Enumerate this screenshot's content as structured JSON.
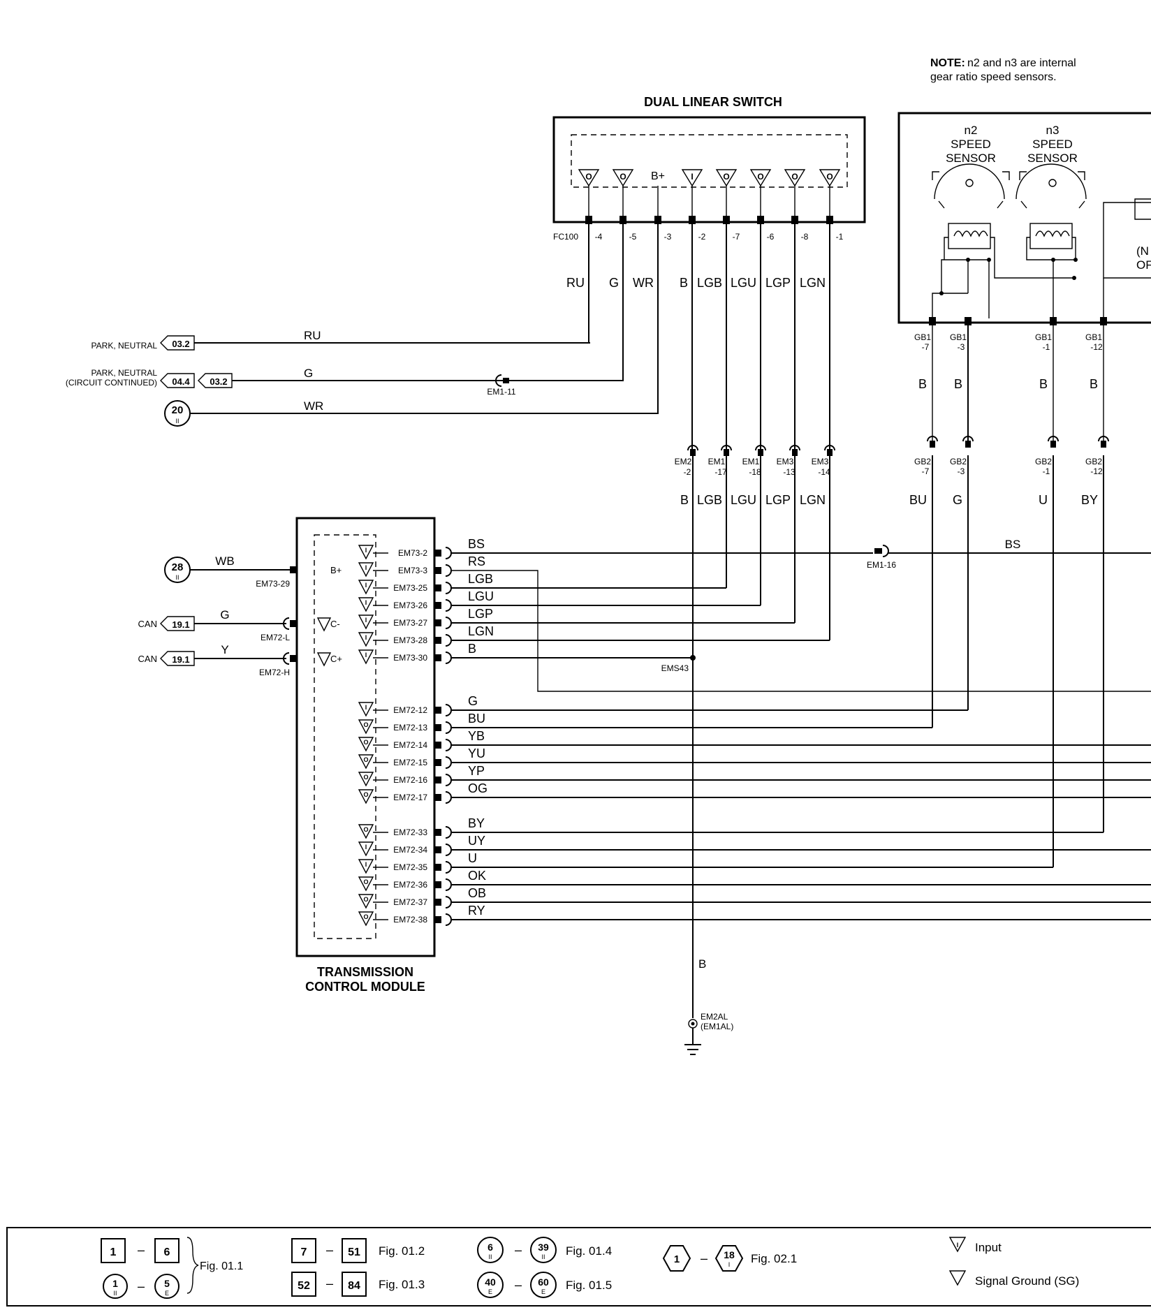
{
  "note": {
    "label": "NOTE:",
    "line1": "n2 and n3 are internal",
    "line2": "gear ratio speed sensors."
  },
  "dls": {
    "title": "DUAL LINEAR SWITCH",
    "connector": "FC100",
    "pins": [
      {
        "sym": "O",
        "pin": "-4",
        "wire": "RU"
      },
      {
        "sym": "O",
        "pin": "-5",
        "wire": "G"
      },
      {
        "sym": "B+",
        "pin": "-3",
        "wire": "WR"
      },
      {
        "sym": "I",
        "pin": "-2",
        "wire": "B"
      },
      {
        "sym": "O",
        "pin": "-7",
        "wire": "LGB"
      },
      {
        "sym": "O",
        "pin": "-6",
        "wire": "LGU"
      },
      {
        "sym": "O",
        "pin": "-8",
        "wire": "LGP"
      },
      {
        "sym": "O",
        "pin": "-1",
        "wire": "LGN"
      }
    ]
  },
  "sensors": {
    "n2": {
      "l1": "n2",
      "l2": "SPEED",
      "l3": "SENSOR"
    },
    "n3": {
      "l1": "n3",
      "l2": "SPEED",
      "l3": "SENSOR"
    },
    "cut1": "(N",
    "cut2": "OF"
  },
  "gb1": [
    {
      "conn": "GB1",
      "pin": "-7",
      "wire": "B"
    },
    {
      "conn": "GB1",
      "pin": "-3",
      "wire": "B"
    },
    {
      "conn": "GB1",
      "pin": "-1",
      "wire": "B"
    },
    {
      "conn": "GB1",
      "pin": "-12",
      "wire": "B"
    }
  ],
  "gb2": [
    {
      "conn": "GB2",
      "pin": "-7",
      "wire": "BU"
    },
    {
      "conn": "GB2",
      "pin": "-3",
      "wire": "G"
    },
    {
      "conn": "GB2",
      "pin": "-1",
      "wire": "U"
    },
    {
      "conn": "GB2",
      "pin": "-12",
      "wire": "BY"
    }
  ],
  "em_mid": [
    {
      "conn": "EM2",
      "pin": "-2",
      "wire": "B"
    },
    {
      "conn": "EM1",
      "pin": "-17",
      "wire": "LGB"
    },
    {
      "conn": "EM1",
      "pin": "-18",
      "wire": "LGU"
    },
    {
      "conn": "EM3",
      "pin": "-13",
      "wire": "LGP"
    },
    {
      "conn": "EM3",
      "pin": "-14",
      "wire": "LGN"
    }
  ],
  "left_refs": {
    "park1": {
      "label": "PARK, NEUTRAL",
      "ref": "03.2",
      "wire": "RU"
    },
    "park2": {
      "label1": "PARK, NEUTRAL",
      "label2": "(CIRCUIT CONTINUED)",
      "ref1": "04.4",
      "ref2": "03.2",
      "wire": "G",
      "splice": "EM1-11"
    },
    "c20": {
      "num": "20",
      "sub": "II",
      "wire": "WR"
    }
  },
  "tcm": {
    "title1": "TRANSMISSION",
    "title2": "CONTROL MODULE",
    "left": [
      {
        "ref": "28",
        "sub": "II",
        "wire": "WB",
        "conn": "EM73-29",
        "pin": "B+"
      },
      {
        "label": "CAN",
        "ref": "19.1",
        "wire": "G",
        "conn": "EM72-L",
        "pin": "C-"
      },
      {
        "label": "CAN",
        "ref": "19.1",
        "wire": "Y",
        "conn": "EM72-H",
        "pin": "C+"
      }
    ],
    "pins": [
      {
        "sym": "I",
        "conn": "EM73-2",
        "wire": "BS"
      },
      {
        "sym": "I",
        "conn": "EM73-3",
        "wire": "RS"
      },
      {
        "sym": "I",
        "conn": "EM73-25",
        "wire": "LGB"
      },
      {
        "sym": "I",
        "conn": "EM73-26",
        "wire": "LGU"
      },
      {
        "sym": "I",
        "conn": "EM73-27",
        "wire": "LGP"
      },
      {
        "sym": "I",
        "conn": "EM73-28",
        "wire": "LGN"
      },
      {
        "sym": "I",
        "conn": "EM73-30",
        "wire": "B"
      },
      {
        "sym": "I",
        "conn": "EM72-12",
        "wire": "G"
      },
      {
        "sym": "O",
        "conn": "EM72-13",
        "wire": "BU"
      },
      {
        "sym": "O",
        "conn": "EM72-14",
        "wire": "YB"
      },
      {
        "sym": "O",
        "conn": "EM72-15",
        "wire": "YU"
      },
      {
        "sym": "O",
        "conn": "EM72-16",
        "wire": "YP"
      },
      {
        "sym": "O",
        "conn": "EM72-17",
        "wire": "OG"
      },
      {
        "sym": "O",
        "conn": "EM72-33",
        "wire": "BY"
      },
      {
        "sym": "I",
        "conn": "EM72-34",
        "wire": "UY"
      },
      {
        "sym": "I",
        "conn": "EM72-35",
        "wire": "U"
      },
      {
        "sym": "O",
        "conn": "EM72-36",
        "wire": "OK"
      },
      {
        "sym": "O",
        "conn": "EM72-37",
        "wire": "OB"
      },
      {
        "sym": "O",
        "conn": "EM72-38",
        "wire": "RY"
      }
    ]
  },
  "splices": {
    "em1_16": "EM1-16",
    "bs_wire": "BS",
    "ems43": "EMS43"
  },
  "ground": {
    "wire": "B",
    "l1": "EM2AL",
    "l2": "(EM1AL)"
  },
  "legend": {
    "r1a": "1",
    "r1b": "6",
    "fig011": "Fig. 01.1",
    "c1": "1",
    "c1s": "II",
    "c5": "5",
    "c5s": "E",
    "r7": "7",
    "r51": "51",
    "fig012": "Fig. 01.2",
    "r52": "52",
    "r84": "84",
    "fig013": "Fig. 01.3",
    "o6": "6",
    "o6s": "II",
    "o39": "39",
    "o39s": "II",
    "fig014": "Fig. 01.4",
    "o40": "40",
    "o40s": "E",
    "o60": "60",
    "o60s": "E",
    "fig015": "Fig. 01.5",
    "o1": "1",
    "o18": "18",
    "o18s": "I",
    "fig021": "Fig. 02.1",
    "input": "Input",
    "sg": "Signal Ground (SG)",
    "dash": "–"
  }
}
